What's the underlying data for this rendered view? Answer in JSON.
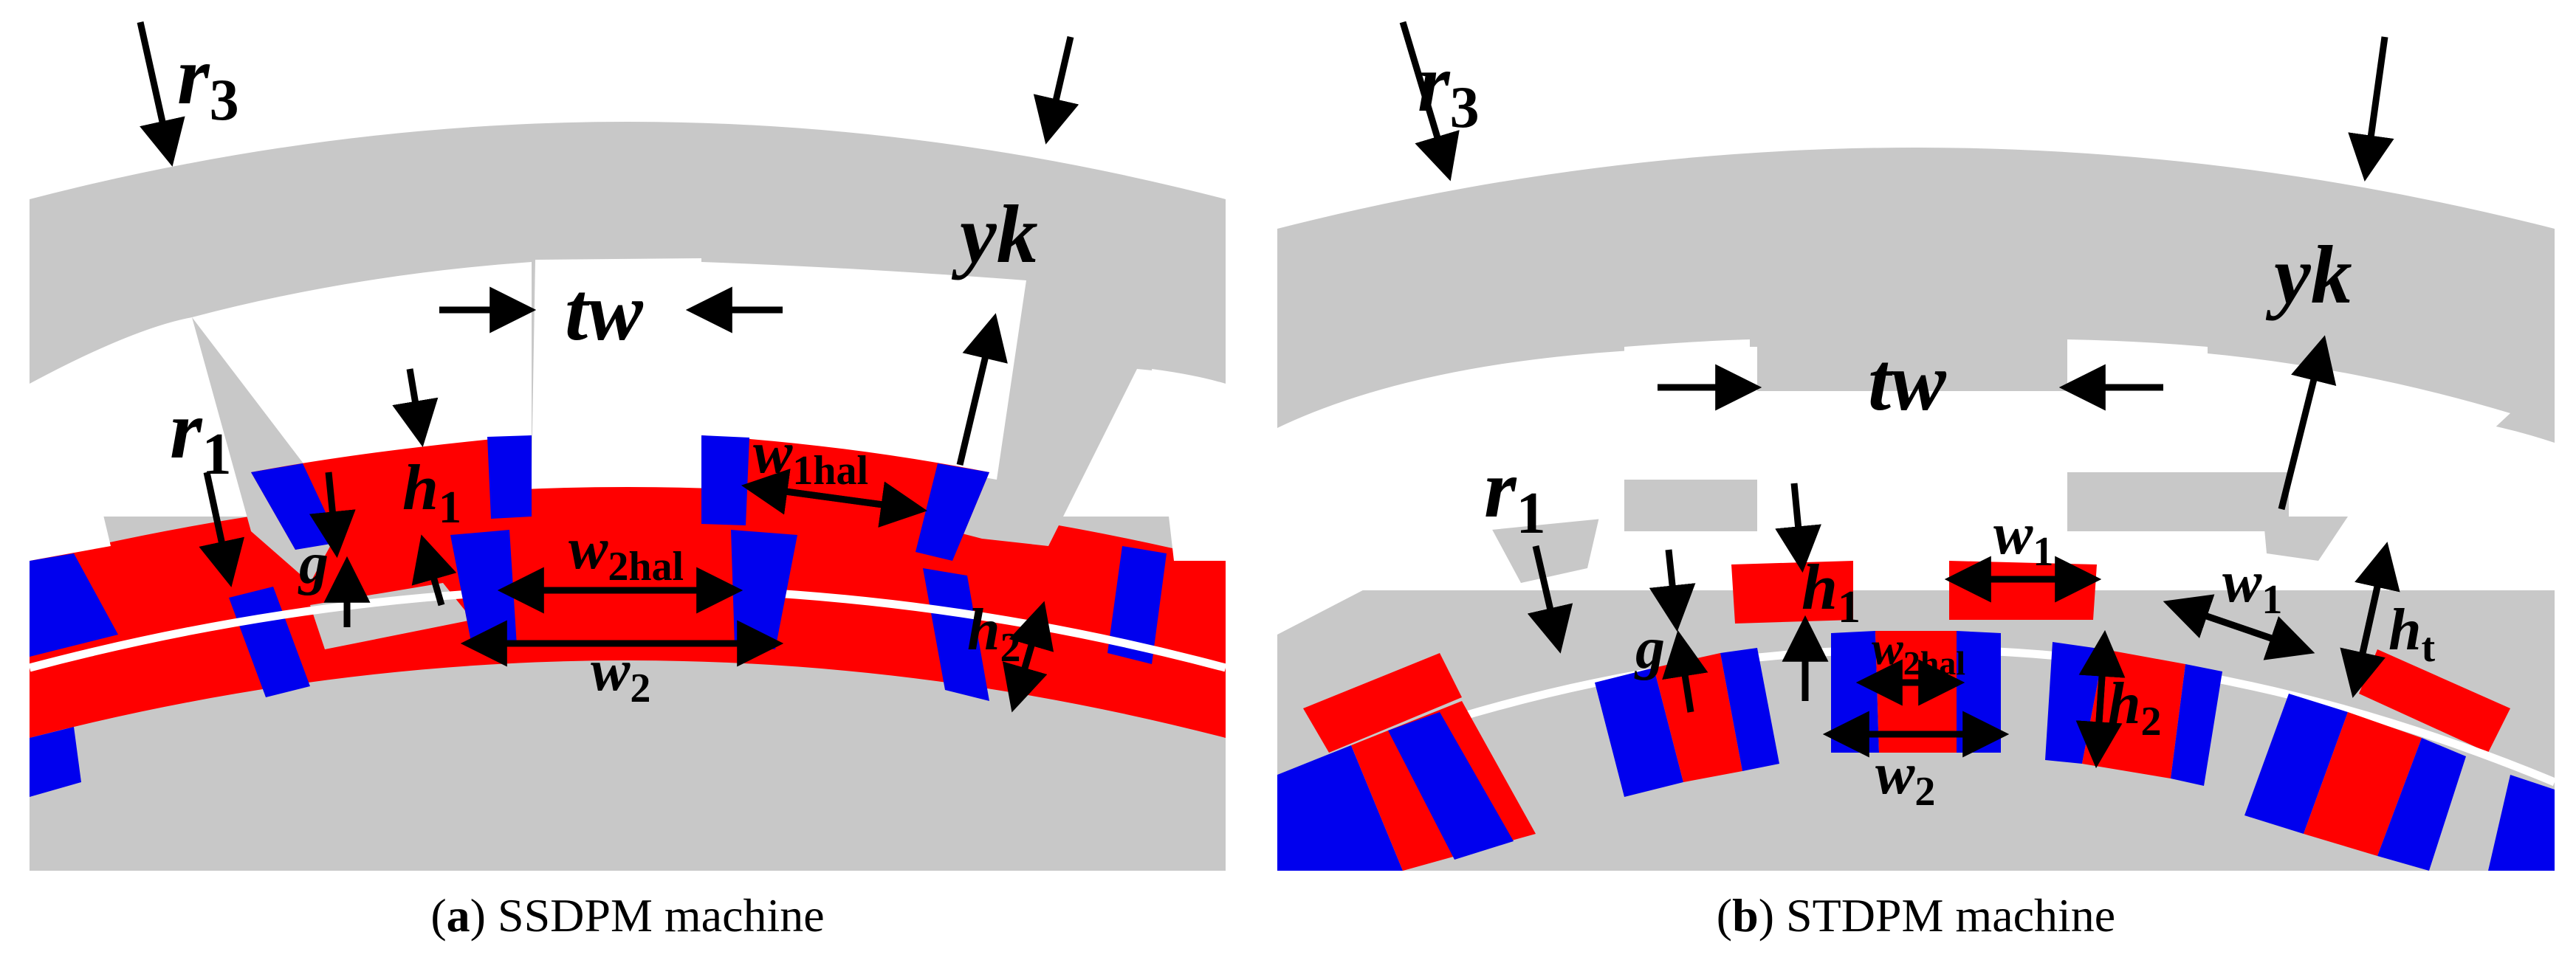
{
  "panels": [
    {
      "caption": {
        "open": "(",
        "letter": "a",
        "close": ")",
        "text": " SSDPM machine"
      },
      "labels": {
        "r3": {
          "base": "r",
          "sub": "3"
        },
        "yk": {
          "base": "yk"
        },
        "tw": {
          "base": "tw"
        },
        "r1": {
          "base": "r",
          "sub": "1"
        },
        "h1": {
          "base": "h",
          "sub": "1"
        },
        "g": {
          "base": "g"
        },
        "w1hal": {
          "base": "w",
          "sub": "1hal"
        },
        "w2hal": {
          "base": "w",
          "sub": "2hal"
        },
        "w2": {
          "base": "w",
          "sub": "2"
        },
        "h2": {
          "base": "h",
          "sub": "2"
        }
      }
    },
    {
      "caption": {
        "open": "(",
        "letter": "b",
        "close": ")",
        "text": " STDPM machine"
      },
      "labels": {
        "r3": {
          "base": "r",
          "sub": "3"
        },
        "yk": {
          "base": "yk"
        },
        "tw": {
          "base": "tw"
        },
        "r1": {
          "base": "r",
          "sub": "1"
        },
        "h1": {
          "base": "h",
          "sub": "1"
        },
        "g": {
          "base": "g"
        },
        "w1a": {
          "base": "w",
          "sub": "1"
        },
        "w1b": {
          "base": "w",
          "sub": "1"
        },
        "w2hal": {
          "base": "w",
          "sub": "2hal"
        },
        "w2": {
          "base": "w",
          "sub": "2"
        },
        "h2": {
          "base": "h",
          "sub": "2"
        },
        "ht": {
          "base": "h",
          "sub": "t"
        }
      }
    }
  ],
  "colors": {
    "iron": "#c8c8c8",
    "pm_red": "#ff0000",
    "pm_blue": "#0000ee",
    "airgap": "#ffffff",
    "arrow": "#000000"
  }
}
